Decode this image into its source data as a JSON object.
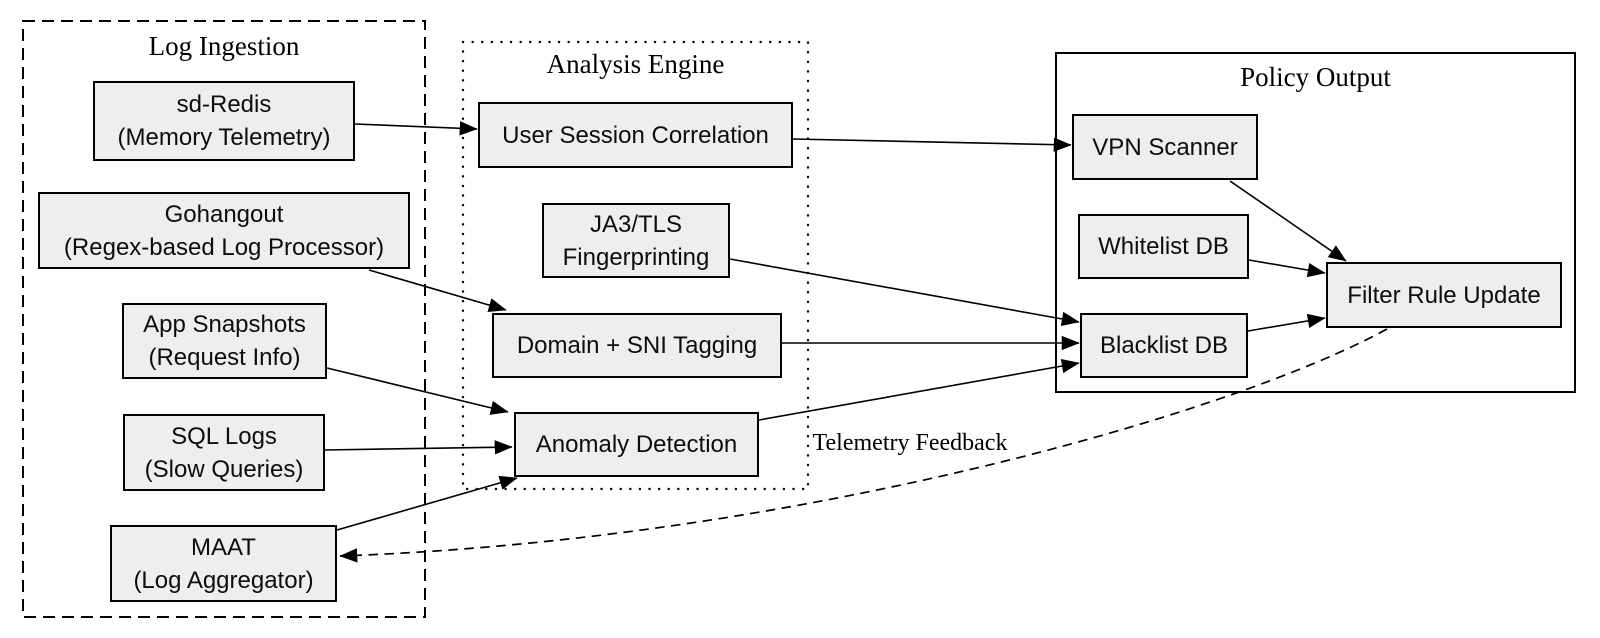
{
  "diagram": {
    "type": "flow-diagram",
    "background": "#ffffff",
    "node_fill": "#eeeeee",
    "line_color": "#000000"
  },
  "groups": {
    "log_ingestion": {
      "title": "Log Ingestion",
      "border_style": "dashed"
    },
    "analysis_engine": {
      "title": "Analysis Engine",
      "border_style": "dotted"
    },
    "policy_output": {
      "title": "Policy Output",
      "border_style": "solid"
    }
  },
  "nodes": {
    "sd_redis": {
      "line1": "sd-Redis",
      "line2": "(Memory Telemetry)",
      "group": "Log Ingestion"
    },
    "gohangout": {
      "line1": "Gohangout",
      "line2": "(Regex-based Log Processor)",
      "group": "Log Ingestion"
    },
    "app_snapshots": {
      "line1": "App Snapshots",
      "line2": "(Request Info)",
      "group": "Log Ingestion"
    },
    "sql_logs": {
      "line1": "SQL Logs",
      "line2": "(Slow Queries)",
      "group": "Log Ingestion"
    },
    "maat": {
      "line1": "MAAT",
      "line2": "(Log Aggregator)",
      "group": "Log Ingestion"
    },
    "user_session_correlation": {
      "line1": "User Session Correlation",
      "group": "Analysis Engine"
    },
    "ja3_tls_fingerprinting": {
      "line1": "JA3/TLS",
      "line2": "Fingerprinting",
      "group": "Analysis Engine"
    },
    "domain_sni_tagging": {
      "line1": "Domain + SNI Tagging",
      "group": "Analysis Engine"
    },
    "anomaly_detection": {
      "line1": "Anomaly Detection",
      "group": "Analysis Engine"
    },
    "vpn_scanner": {
      "line1": "VPN Scanner",
      "group": "Policy Output"
    },
    "whitelist_db": {
      "line1": "Whitelist DB",
      "group": "Policy Output"
    },
    "blacklist_db": {
      "line1": "Blacklist DB",
      "group": "Policy Output"
    },
    "filter_rule_update": {
      "line1": "Filter Rule Update",
      "group": "Policy Output"
    }
  },
  "edges": [
    {
      "from": "sd-Redis",
      "to": "User Session Correlation",
      "style": "solid"
    },
    {
      "from": "User Session Correlation",
      "to": "VPN Scanner",
      "style": "solid"
    },
    {
      "from": "Gohangout",
      "to": "Domain + SNI Tagging",
      "style": "solid"
    },
    {
      "from": "JA3/TLS Fingerprinting",
      "to": "Blacklist DB",
      "style": "solid"
    },
    {
      "from": "Domain + SNI Tagging",
      "to": "Blacklist DB",
      "style": "solid"
    },
    {
      "from": "App Snapshots",
      "to": "Anomaly Detection",
      "style": "solid"
    },
    {
      "from": "SQL Logs",
      "to": "Anomaly Detection",
      "style": "solid"
    },
    {
      "from": "MAAT",
      "to": "Anomaly Detection",
      "style": "solid"
    },
    {
      "from": "Anomaly Detection",
      "to": "Blacklist DB",
      "style": "solid"
    },
    {
      "from": "VPN Scanner",
      "to": "Filter Rule Update",
      "style": "solid"
    },
    {
      "from": "Whitelist DB",
      "to": "Filter Rule Update",
      "style": "solid"
    },
    {
      "from": "Blacklist DB",
      "to": "Filter Rule Update",
      "style": "solid"
    },
    {
      "from": "Filter Rule Update",
      "to": "MAAT",
      "style": "dashed",
      "label": "Telemetry Feedback"
    }
  ],
  "feedback_label": "Telemetry Feedback"
}
